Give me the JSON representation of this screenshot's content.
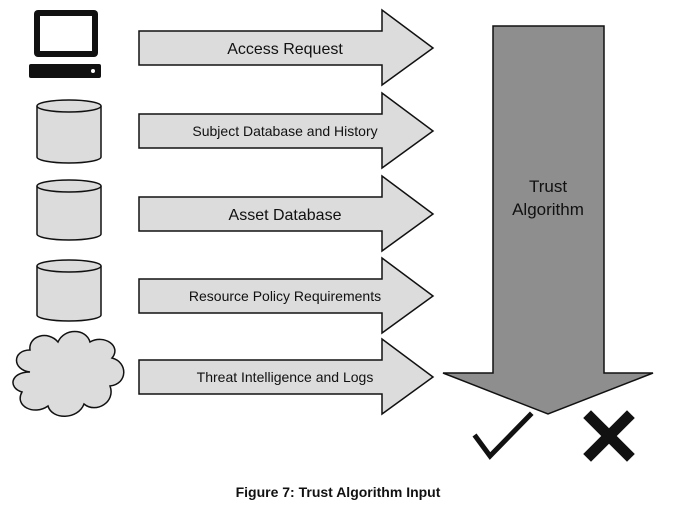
{
  "inputs": [
    {
      "label": "Access Request",
      "icon": "computer-icon"
    },
    {
      "label": "Subject Database and History",
      "icon": "database-icon"
    },
    {
      "label": "Asset Database",
      "icon": "database-icon"
    },
    {
      "label": "Resource Policy Requirements",
      "icon": "database-icon"
    },
    {
      "label": "Threat Intelligence and Logs",
      "icon": "cloud-icon"
    }
  ],
  "algorithm": {
    "line1": "Trust",
    "line2": "Algorithm"
  },
  "outcomes": [
    {
      "name": "allow",
      "icon": "checkmark-icon"
    },
    {
      "name": "deny",
      "icon": "cross-icon"
    }
  ],
  "caption": "Figure 7: Trust Algorithm Input",
  "colors": {
    "arrow_fill": "#dcdcdc",
    "algorithm_fill": "#8e8e8e",
    "stroke": "#111111"
  }
}
